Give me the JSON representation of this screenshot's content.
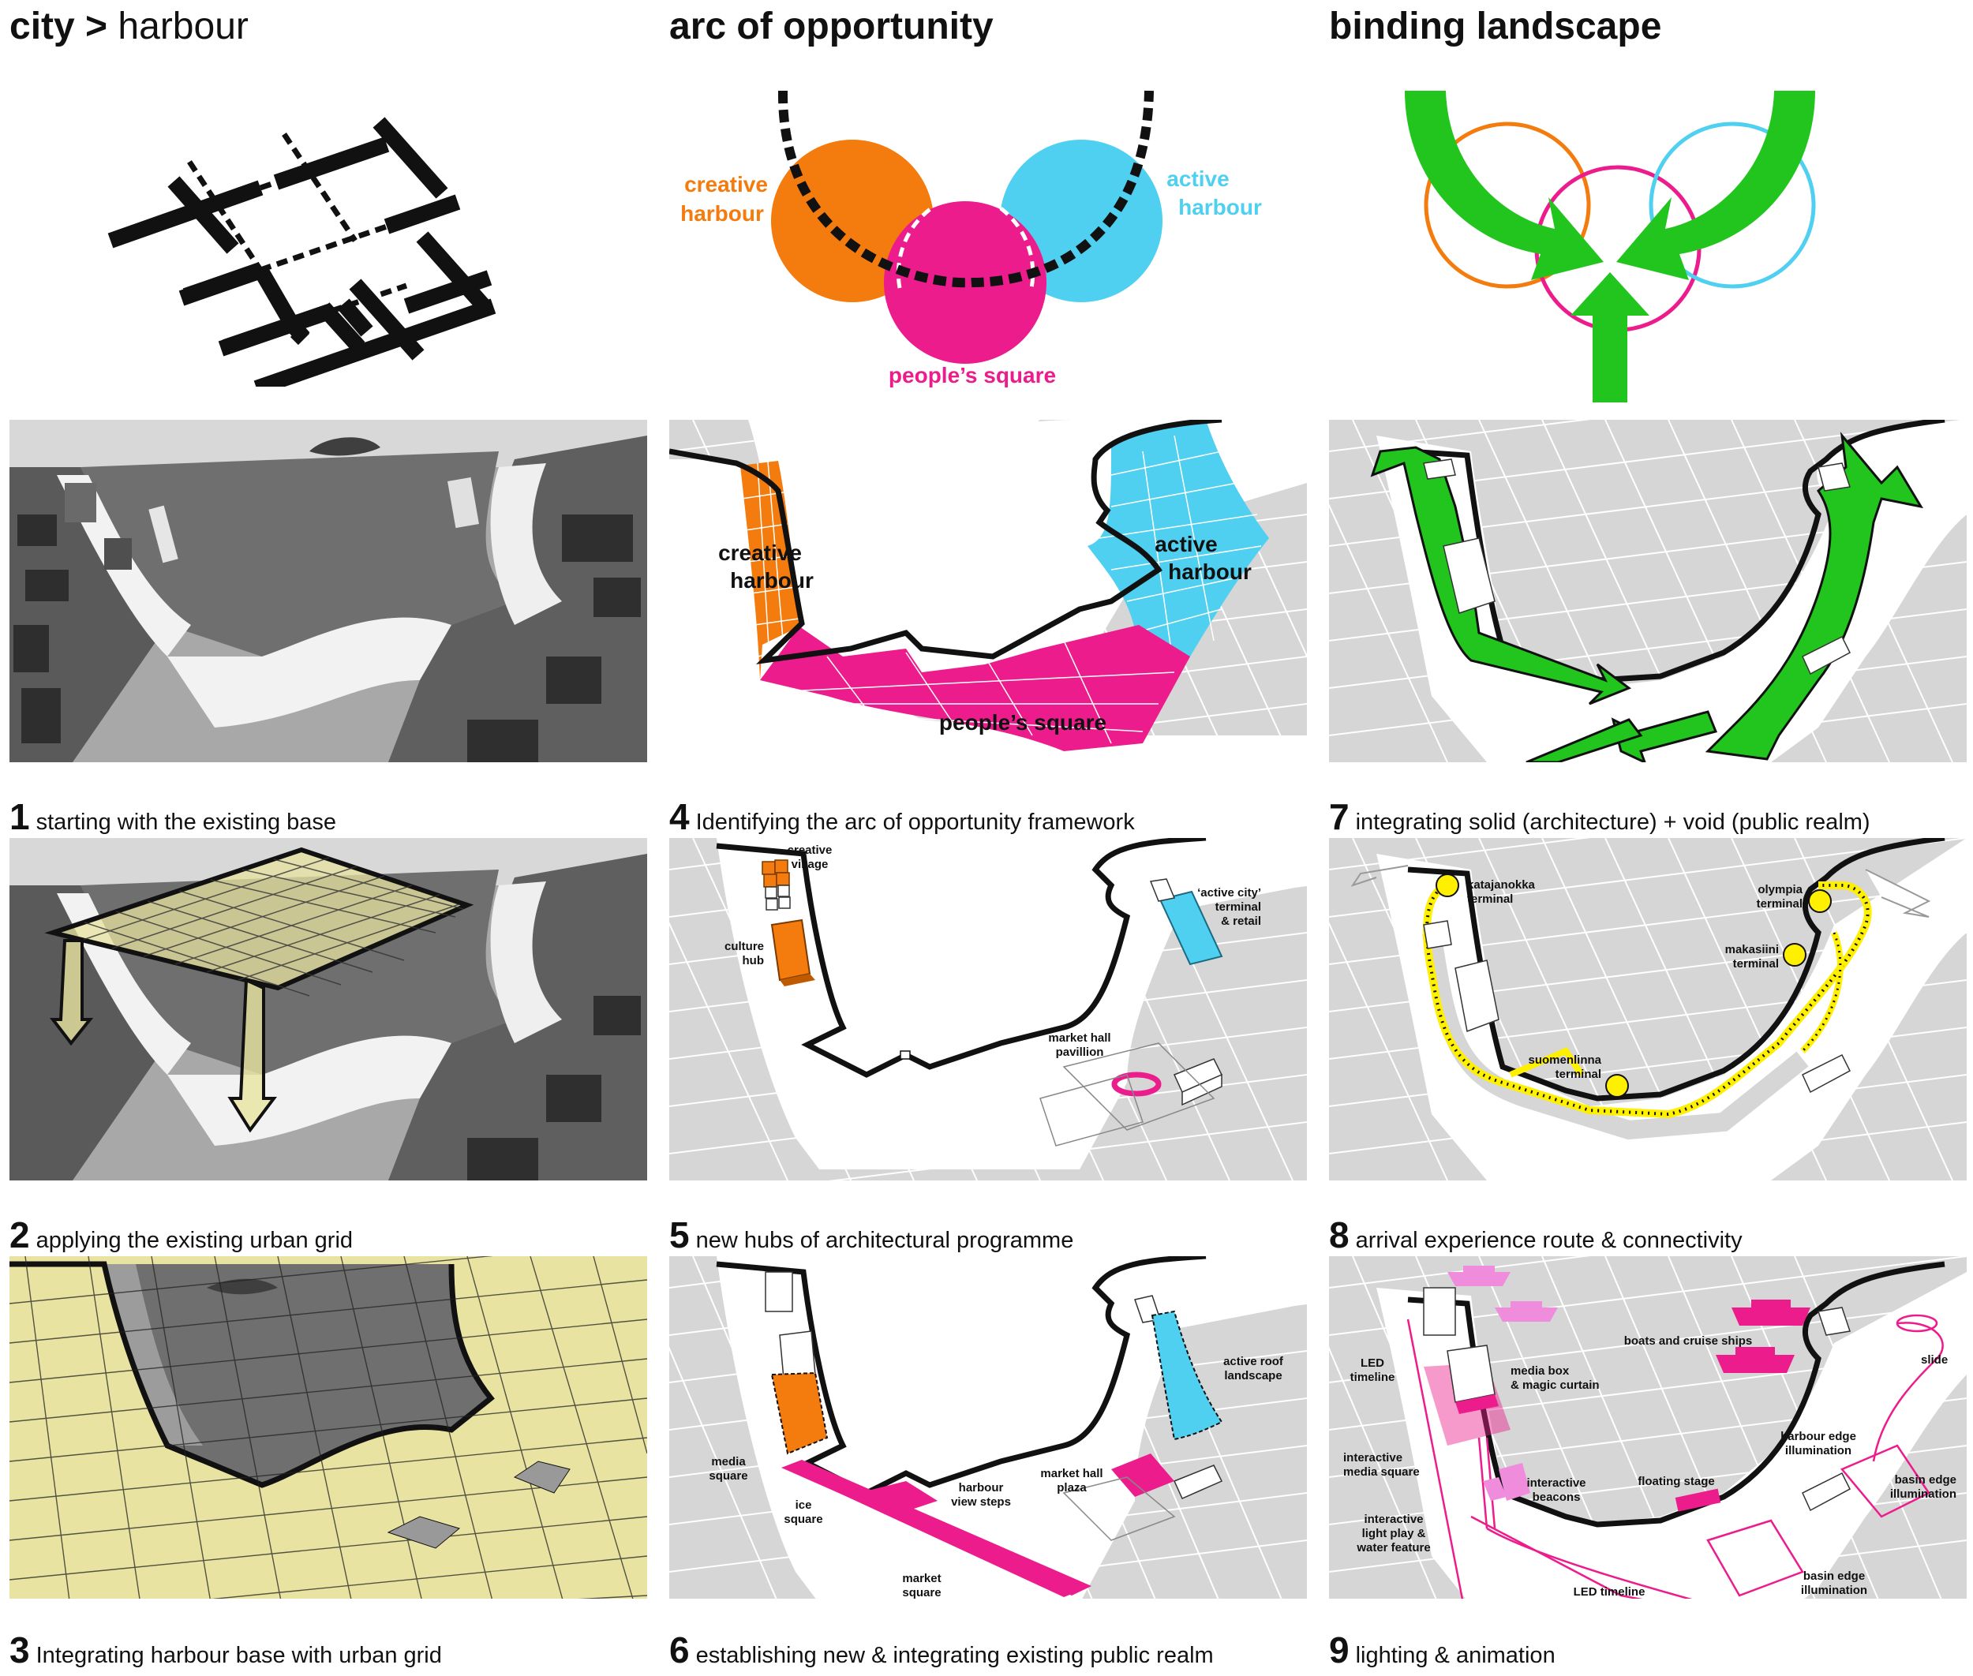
{
  "headers": {
    "city_a": "city",
    "city_sep": " > ",
    "city_b": "harbour",
    "arc": "arc of opportunity",
    "binding": "binding landscape"
  },
  "top_icons": {
    "creative": [
      "creative",
      "harbour"
    ],
    "active": [
      "active",
      "harbour"
    ],
    "people": "people’s square"
  },
  "captions": [
    {
      "num": "1",
      "text": "starting with the existing base"
    },
    {
      "num": "2",
      "text": "applying the existing urban grid"
    },
    {
      "num": "3",
      "text": "Integrating harbour base with urban grid"
    },
    {
      "num": "4",
      "text": "Identifying the arc of opportunity framework"
    },
    {
      "num": "5",
      "text": "new hubs of architectural programme"
    },
    {
      "num": "6",
      "text": "establishing new & integrating existing public realm"
    },
    {
      "num": "7",
      "text": "integrating solid (architecture) + void (public realm)"
    },
    {
      "num": "8",
      "text": "arrival experience route & connectivity"
    },
    {
      "num": "9",
      "text": "lighting & animation"
    }
  ],
  "panel4": {
    "creative": [
      "creative",
      "harbour"
    ],
    "active": [
      "active",
      "harbour"
    ],
    "people": "people’s square"
  },
  "panel5": {
    "creative_village": [
      "creative",
      "village"
    ],
    "culture_hub": [
      "culture",
      "hub"
    ],
    "active_city": [
      "‘active city’",
      "terminal",
      "& retail"
    ],
    "market_hall": [
      "market hall",
      "pavillion"
    ]
  },
  "panel6": {
    "media_square": [
      "media",
      "square"
    ],
    "ice_square": [
      "ice",
      "square"
    ],
    "market_square": [
      "market",
      "square"
    ],
    "harbour_view_steps": [
      "harbour",
      "view steps"
    ],
    "market_hall_plaza": [
      "market hall",
      "plaza"
    ],
    "active_roof": [
      "active roof",
      "landscape"
    ]
  },
  "panel8": {
    "katajanokka": [
      "katajanokka",
      "terminal"
    ],
    "olympia": [
      "olympia",
      "terminal"
    ],
    "makasiini": [
      "makasiini",
      "terminal"
    ],
    "suomenlinna": [
      "suomenlinna",
      "terminal"
    ]
  },
  "panel9": {
    "boats": "boats and cruise ships",
    "led_timeline_top": [
      "LED",
      "timeline"
    ],
    "media_box": [
      "media box",
      "& magic curtain"
    ],
    "interactive_media_square": [
      "interactive",
      "media square"
    ],
    "interactive_beacons": [
      "interactive",
      "beacons"
    ],
    "floating_stage": "floating stage",
    "interactive_light": [
      "interactive",
      "light play &",
      "water feature"
    ],
    "led_timeline_bottom": "LED timeline",
    "slide": "slide",
    "harbour_edge": [
      "harbour edge",
      "illumination"
    ],
    "basin_edge_right": [
      "basin edge",
      "illumination"
    ],
    "basin_edge_bottom": [
      "basin edge",
      "illumination"
    ]
  },
  "colors": {
    "orange": "#F47B0E",
    "magenta": "#EC1C8C",
    "cyan": "#4FD0F0",
    "green": "#22C51E",
    "yellow": "#FFF000",
    "olive_overlay": "#E8E3A0",
    "grey_grid": "#CFCFCF",
    "photo_water": "#6F6F6F"
  }
}
